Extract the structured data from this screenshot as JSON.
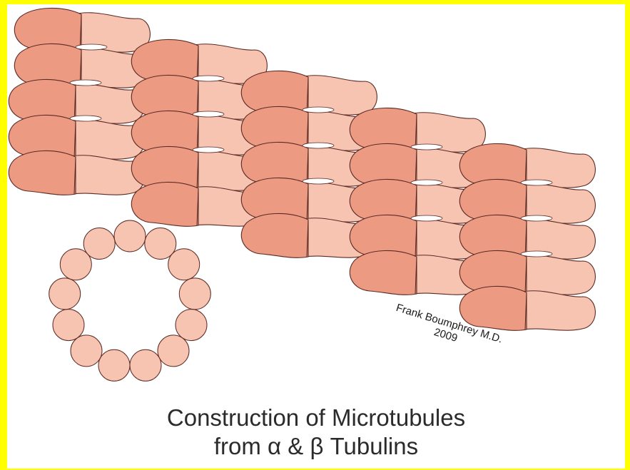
{
  "diagram": {
    "credit": {
      "name": "Frank Boumphrey M.D.",
      "year": "2009"
    },
    "caption": {
      "line1": "Construction of Microtubules",
      "line2": "from α & β Tubulins"
    },
    "colors": {
      "alpha_tubulin": "#ec9b82",
      "beta_tubulin": "#f7c4b1",
      "outline": "#5a2a24",
      "frame": "#ffff00"
    }
  }
}
